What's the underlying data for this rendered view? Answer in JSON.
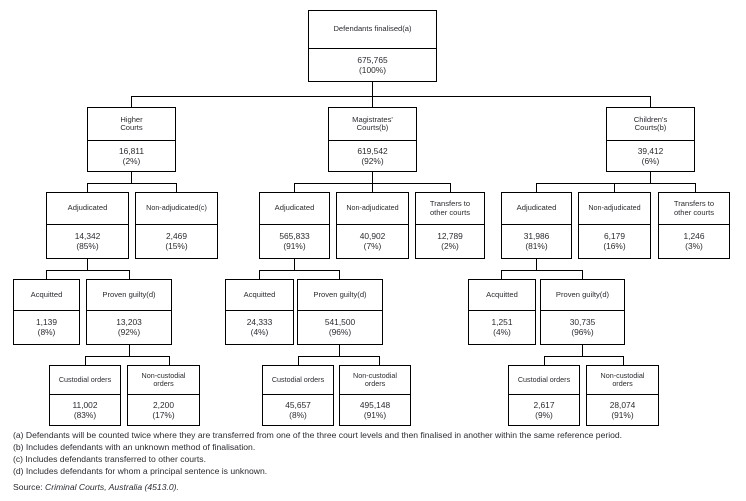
{
  "chart_data": {
    "type": "diagram",
    "title": "Defendants finalised flowchart",
    "source": "Criminal Courts, Australia (4513.0)."
  },
  "nodes": {
    "root": {
      "title": "Defendants finalised(a)",
      "value": "675,765",
      "pct": "(100%)"
    },
    "higher_courts": {
      "title": "Higher\nCourts",
      "title_l1": "Higher",
      "title_l2": "Courts",
      "value": "16,811",
      "pct": "(2%)"
    },
    "magistrates_courts": {
      "title_l1": "Magistrates'",
      "title_l2": "Courts(b)",
      "value": "619,542",
      "pct": "(92%)"
    },
    "childrens_courts": {
      "title_l1": "Children's",
      "title_l2": "Courts(b)",
      "value": "39,412",
      "pct": "(6%)"
    },
    "hc_adjudicated": {
      "title": "Adjudicated",
      "value": "14,342",
      "pct": "(85%)"
    },
    "hc_nonadjudicated": {
      "title": "Non-adjudicated(c)",
      "value": "2,469",
      "pct": "(15%)"
    },
    "mc_adjudicated": {
      "title": "Adjudicated",
      "value": "565,833",
      "pct": "(91%)"
    },
    "mc_nonadjudicated": {
      "title": "Non-adjudicated",
      "value": "40,902",
      "pct": "(7%)"
    },
    "mc_transfers": {
      "title_l1": "Transfers to",
      "title_l2": "other courts",
      "value": "12,789",
      "pct": "(2%)"
    },
    "cc_adjudicated": {
      "title": "Adjudicated",
      "value": "31,986",
      "pct": "(81%)"
    },
    "cc_nonadjudicated": {
      "title": "Non-adjudicated",
      "value": "6,179",
      "pct": "(16%)"
    },
    "cc_transfers": {
      "title_l1": "Transfers to",
      "title_l2": "other courts",
      "value": "1,246",
      "pct": "(3%)"
    },
    "hc_acquitted": {
      "title": "Acquitted",
      "value": "1,139",
      "pct": "(8%)"
    },
    "hc_proven": {
      "title": "Proven guilty(d)",
      "value": "13,203",
      "pct": "(92%)"
    },
    "mc_acquitted": {
      "title": "Acquitted",
      "value": "24,333",
      "pct": "(4%)"
    },
    "mc_proven": {
      "title": "Proven guilty(d)",
      "value": "541,500",
      "pct": "(96%)"
    },
    "cc_acquitted": {
      "title": "Acquitted",
      "value": "1,251",
      "pct": "(4%)"
    },
    "cc_proven": {
      "title": "Proven guilty(d)",
      "value": "30,735",
      "pct": "(96%)"
    },
    "hc_custodial": {
      "title": "Custodial orders",
      "value": "11,002",
      "pct": "(83%)"
    },
    "hc_noncustodial": {
      "title_l1": "Non-custodial",
      "title_l2": "orders",
      "value": "2,200",
      "pct": "(17%)"
    },
    "mc_custodial": {
      "title": "Custodial orders",
      "value": "45,657",
      "pct": "(8%)"
    },
    "mc_noncustodial": {
      "title_l1": "Non-custodial",
      "title_l2": "orders",
      "value": "495,148",
      "pct": "(91%)"
    },
    "cc_custodial": {
      "title": "Custodial orders",
      "value": "2,617",
      "pct": "(9%)"
    },
    "cc_noncustodial": {
      "title_l1": "Non-custodial",
      "title_l2": "orders",
      "value": "28,074",
      "pct": "(91%)"
    }
  },
  "footnotes": {
    "a": "(a) Defendants will be counted twice where they are transferred from one of the three court levels and then finalised in another within the same reference period.",
    "b": "(b) Includes defendants with an unknown method of finalisation.",
    "c": "(c) Includes defendants transferred to other courts.",
    "d": "(d) Includes defendants for whom a principal sentence is unknown."
  },
  "source": {
    "label": "Source: ",
    "text": "Criminal Courts, Australia (4513.0)."
  }
}
